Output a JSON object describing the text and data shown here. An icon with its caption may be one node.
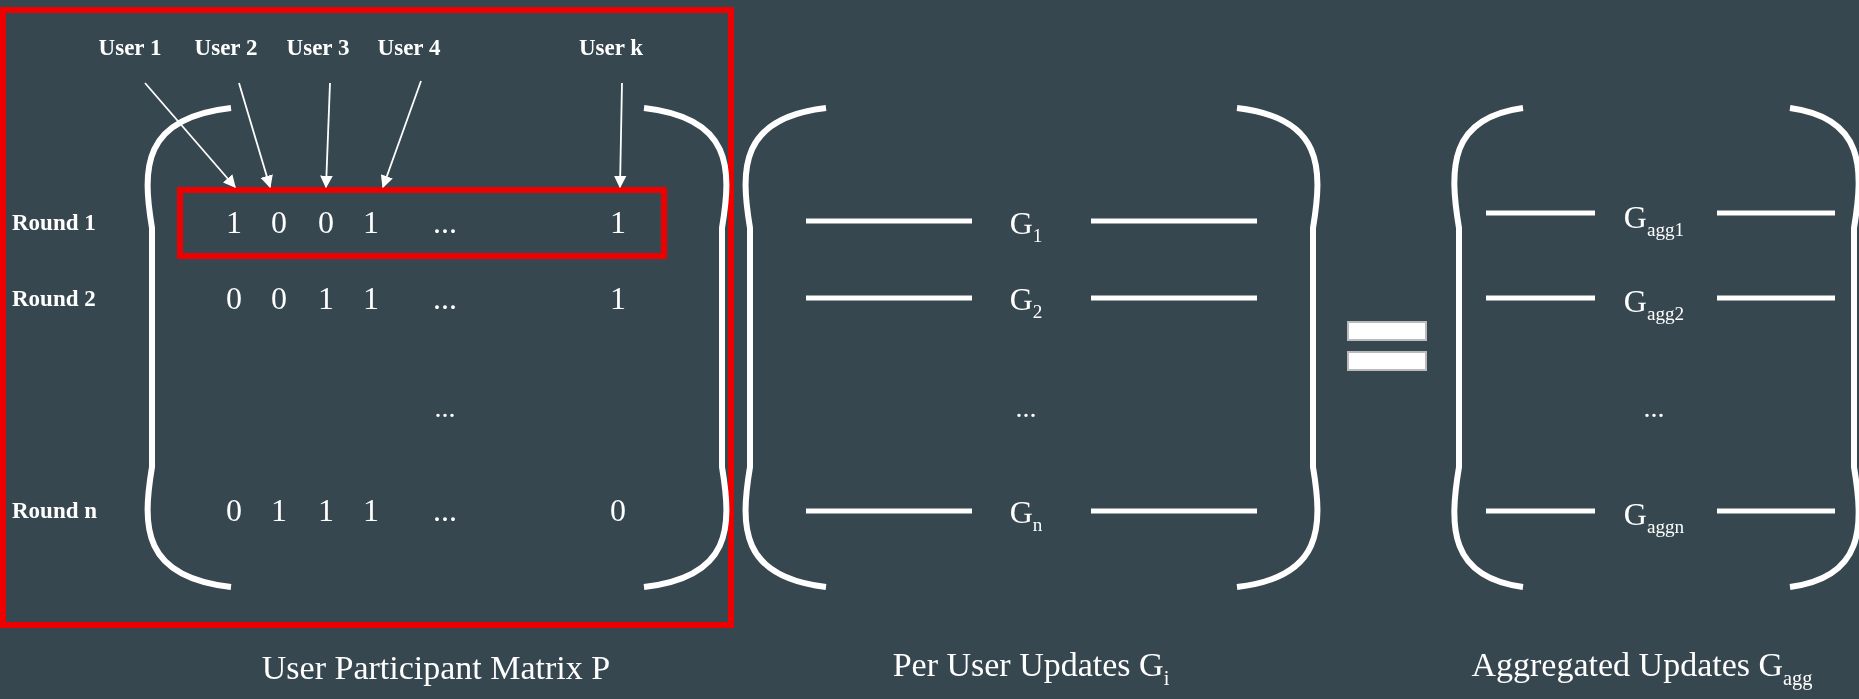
{
  "diagram": {
    "nodes": [
      {
        "text": [
          "User 1"
        ]
      },
      {
        "text": [
          "User 2"
        ]
      },
      {
        "text": [
          "User 3"
        ]
      },
      {
        "text": [
          "User 4"
        ]
      },
      {
        "text": [
          "User k"
        ]
      },
      {
        "text": [],
        "shape": "box"
      }
    ],
    "edges": [
      {
        "from": 0,
        "to": 5,
        "arrow": "to"
      },
      {
        "from": 1,
        "to": 5,
        "arrow": "to"
      },
      {
        "from": 2,
        "to": 5,
        "arrow": "to"
      },
      {
        "from": 3,
        "to": 5,
        "arrow": "to"
      },
      {
        "from": 4,
        "to": 5,
        "arrow": "to"
      }
    ],
    "labels": [
      "Round 1",
      "1",
      "0",
      "0",
      "1",
      "...",
      "1",
      "Round 2",
      "0",
      "0",
      "1",
      "1",
      "...",
      "1",
      "...",
      "Round n",
      "0",
      "1",
      "1",
      "1",
      "...",
      "0",
      "G$_{1}$",
      "G$_{2}$",
      "...",
      "G$_{n}$",
      "G$_{agg1}$",
      "G$_{agg2}$",
      "...",
      "G$_{aggn}$",
      "User Participant Matrix P",
      "Per User Updates G$_{i}$",
      "Aggregated Updates G$_{agg}$"
    ]
  }
}
